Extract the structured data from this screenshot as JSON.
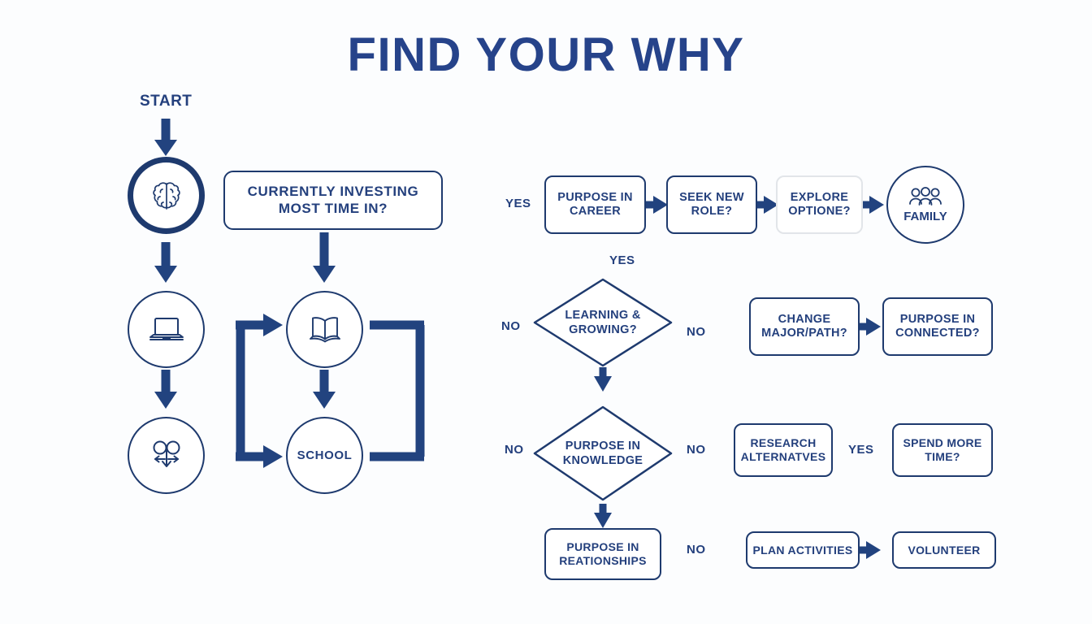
{
  "page": {
    "title": "FIND YOUR WHY",
    "background_color": "#fcfdfe",
    "accent_color": "#1e3a6e",
    "text_color": "#24407d",
    "muted_border_color": "#e2e5e9"
  },
  "left_section": {
    "start_label": "START",
    "nodes": [
      {
        "id": "brain",
        "shape": "circle",
        "icon": "brain-icon",
        "label": ""
      },
      {
        "id": "laptop",
        "shape": "circle",
        "icon": "laptop-icon",
        "label": ""
      },
      {
        "id": "relationships",
        "shape": "circle",
        "icon": "relationships-arrows-icon",
        "label": ""
      },
      {
        "id": "question",
        "shape": "rounded-rect",
        "label": "CURRENTLY INVESTING MOST TIME IN?"
      },
      {
        "id": "book",
        "shape": "circle",
        "icon": "open-book-icon",
        "label": ""
      },
      {
        "id": "school",
        "shape": "circle",
        "icon": "",
        "label": "SCHOOL"
      }
    ]
  },
  "right_section": {
    "row_career": {
      "branch_label": "YES",
      "nodes": [
        {
          "id": "purpose-in-career",
          "shape": "rounded-rect",
          "label": "PURPOSE IN CAREER",
          "style": "normal"
        },
        {
          "id": "seek-new-role",
          "shape": "rounded-rect",
          "label": "SEEK NEW ROLE?",
          "style": "normal"
        },
        {
          "id": "explore-options",
          "shape": "rounded-rect",
          "label": "EXPLORE OPTIONE?",
          "style": "muted"
        },
        {
          "id": "family",
          "shape": "circle",
          "icon": "family-people-icon",
          "label": "FAMILY",
          "style": "normal"
        }
      ]
    },
    "row_learning": {
      "label_top": "YES",
      "label_left": "NO",
      "label_right": "NO",
      "diamond": {
        "id": "learning-growing",
        "label": "LEARNING & GROWING?"
      },
      "nodes": [
        {
          "id": "change-major-path",
          "shape": "rounded-rect",
          "label": "CHANGE MAJOR/PATH?"
        },
        {
          "id": "purpose-in-connected",
          "shape": "rounded-rect",
          "label": "PURPOSE IN CONNECTED?"
        }
      ]
    },
    "row_knowledge": {
      "label_left": "NO",
      "label_right": "NO",
      "label_mid": "YES",
      "diamond": {
        "id": "purpose-in-knowledge",
        "label": "PURPOSE IN KNOWLEDGE"
      },
      "nodes": [
        {
          "id": "research-alternatives",
          "shape": "rounded-rect",
          "label": "RESEARCH ALTERNATVES"
        },
        {
          "id": "spend-more-time",
          "shape": "rounded-rect",
          "label": "SPEND MORE TIME?"
        }
      ]
    },
    "row_relationships": {
      "label_mid": "NO",
      "nodes": [
        {
          "id": "purpose-in-relationships",
          "shape": "rounded-rect",
          "label": "PURPOSE IN REATIONSHIPS"
        },
        {
          "id": "plan-activities",
          "shape": "rounded-rect",
          "label": "PLAN ACTIVITIES"
        },
        {
          "id": "volunteer",
          "shape": "rounded-rect",
          "label": "VOLUNTEER"
        }
      ]
    }
  }
}
